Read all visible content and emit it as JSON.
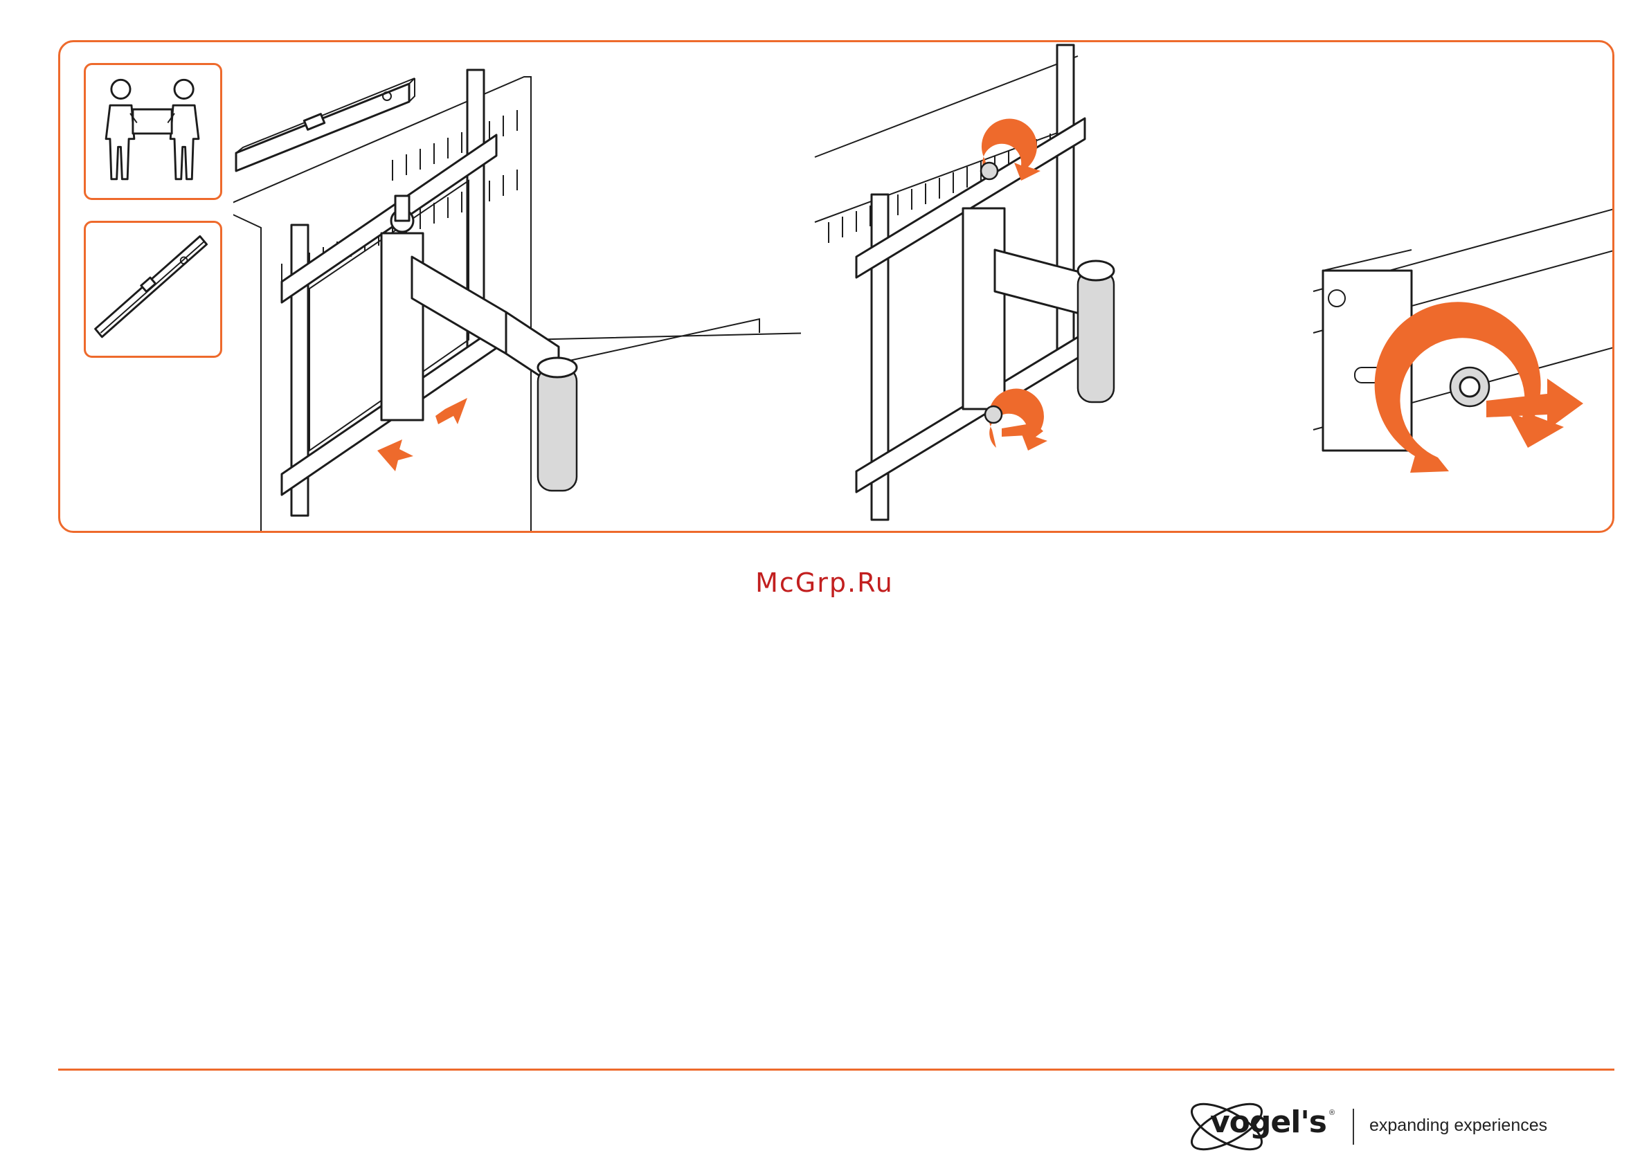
{
  "watermark": "McGrp.Ru",
  "brand": {
    "name": "vogel's",
    "registered": "®",
    "tagline": "expanding experiences"
  },
  "icons": {
    "two_person": "two-person-lift-icon",
    "spirit_level": "spirit-level-icon"
  },
  "colors": {
    "accent": "#ee6a2c",
    "ink": "#1c1c1c",
    "watermark": "#c21f1f"
  }
}
